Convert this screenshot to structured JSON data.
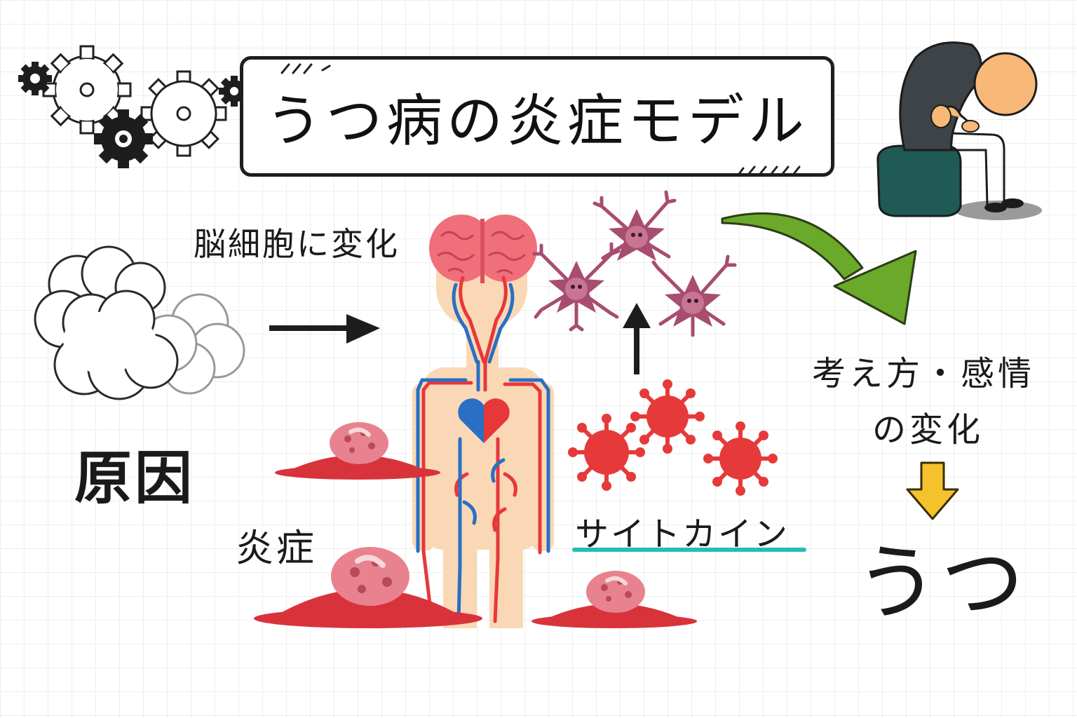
{
  "title": "うつ病の炎症モデル",
  "labels": {
    "brain_change": "脳細胞に変化",
    "cause": "原因",
    "inflammation": "炎症",
    "cytokine": "サイトカイン",
    "thought_line1": "考え方・感情",
    "thought_line2": "の変化",
    "depression": "うつ"
  },
  "icons": [
    "gear-icon",
    "cloud-icon",
    "body-circulation-icon",
    "brain-icon",
    "heart-icon",
    "microglia-icon",
    "cytokine-virus-icon",
    "inflammation-mound-icon",
    "depressed-person-icon",
    "arrow-right-icon",
    "arrow-up-icon",
    "curved-arrow-icon",
    "arrow-down-icon"
  ],
  "colors": {
    "vessel_red": "#e8373a",
    "vessel_blue": "#2a6fc4",
    "skin": "#fad8b5",
    "brain": "#ef6f7b",
    "virus": "#e63a3a",
    "microglia": "#a84d6f",
    "mound": "#d8333b",
    "underline": "#21bfb3",
    "curved_arrow": "#6aa92a",
    "down_arrow": "#f4c22b"
  }
}
